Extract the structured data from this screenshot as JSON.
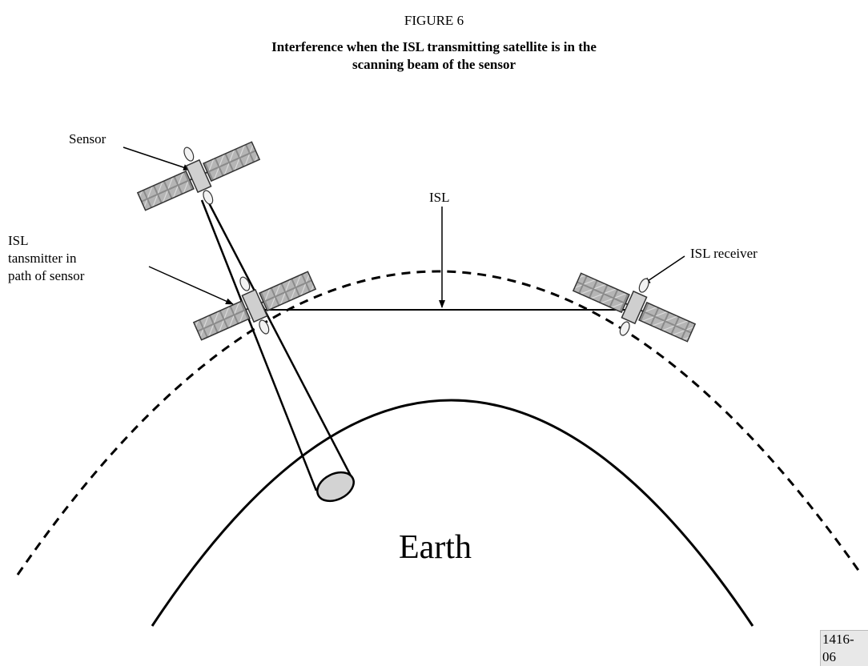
{
  "figure": {
    "number": "FIGURE 6",
    "title_line1": "Interference when the ISL transmitting satellite is in the",
    "title_line2": "scanning beam of the sensor"
  },
  "labels": {
    "sensor": "Sensor",
    "isl": "ISL",
    "transmitter_line1": "ISL",
    "transmitter_line2": "tansmitter in",
    "transmitter_line3": "path of sensor",
    "receiver": "ISL receiver",
    "earth": "Earth"
  },
  "figure_code": "1416-06"
}
